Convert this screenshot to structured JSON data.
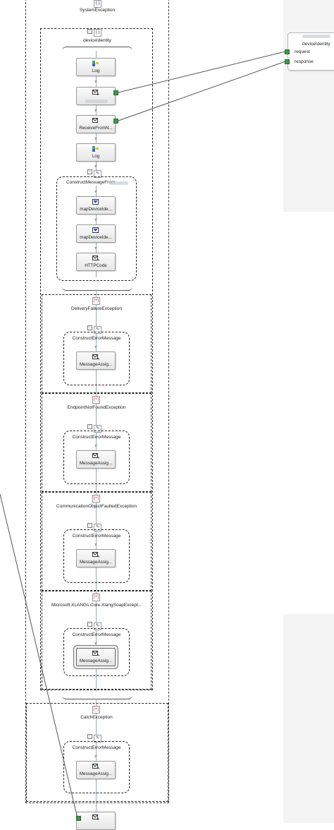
{
  "labels": {
    "system_exception": "SystemException",
    "device_identity_scope": "deviceIdentity",
    "construct_message_from": "ConstructMessageFrom",
    "delivery_failure": "DeliveryFailureException",
    "endpoint_not_found": "EndpointNotFoundException",
    "comm_object_faulted": "CommunicationObjectFaultedException",
    "xlang_soap": "Microsoft.XLANGs.Core.XlangSoapExcept...",
    "catch_exception": "CatchException",
    "construct_error_message": "ConstructErrorMessage"
  },
  "shapes": {
    "log_1": "Log",
    "receive": "ReceiveFromN...",
    "log_2": "Log",
    "map_1": "mapDeviceIde...",
    "map_2": "mapDeviceIde...",
    "http_code": "HTTPCode",
    "msg_assign": "MessageAssig..."
  },
  "port": {
    "name": "deviceIdentity",
    "operation_request": "request",
    "operation_response": "response"
  },
  "colors": {
    "port_green": "#3b9a4a",
    "exception_red": "#c33333",
    "connector": "#555555"
  }
}
